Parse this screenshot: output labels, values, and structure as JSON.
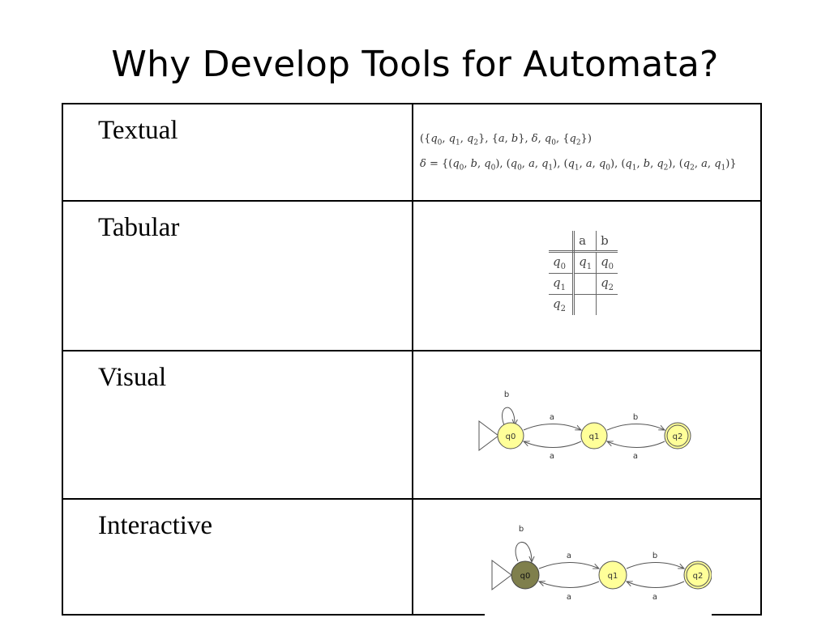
{
  "title": "Why Develop Tools for Automata?",
  "rows": [
    {
      "label": "Textual"
    },
    {
      "label": "Tabular"
    },
    {
      "label": "Visual"
    },
    {
      "label": "Interactive"
    }
  ],
  "textual": {
    "line1": "({q0, q1, q2}, {a, b}, δ, q0, {q2})",
    "line2": "δ = {(q0, b, q0), (q0, a, q1), (q1, a, q0), (q1, b, q2), (q2, a, q1)}"
  },
  "tabular": {
    "symbols": [
      "a",
      "b"
    ],
    "rows": [
      {
        "state": "q0",
        "a": "q1",
        "b": "q0"
      },
      {
        "state": "q1",
        "a": "",
        "b": "q2"
      },
      {
        "state": "q2",
        "a": "",
        "b": ""
      }
    ]
  },
  "automaton": {
    "states": [
      "q0",
      "q1",
      "q2"
    ],
    "self_loop_label": "b",
    "edges": [
      {
        "from": "q0",
        "to": "q1",
        "label": "a"
      },
      {
        "from": "q1",
        "to": "q0",
        "label": "a"
      },
      {
        "from": "q1",
        "to": "q2",
        "label": "b"
      },
      {
        "from": "q2",
        "to": "q1",
        "label": "a"
      }
    ],
    "colors": {
      "state_fill": "#ffff99",
      "active_fill": "#7f7f4c",
      "stroke": "#555555"
    }
  }
}
